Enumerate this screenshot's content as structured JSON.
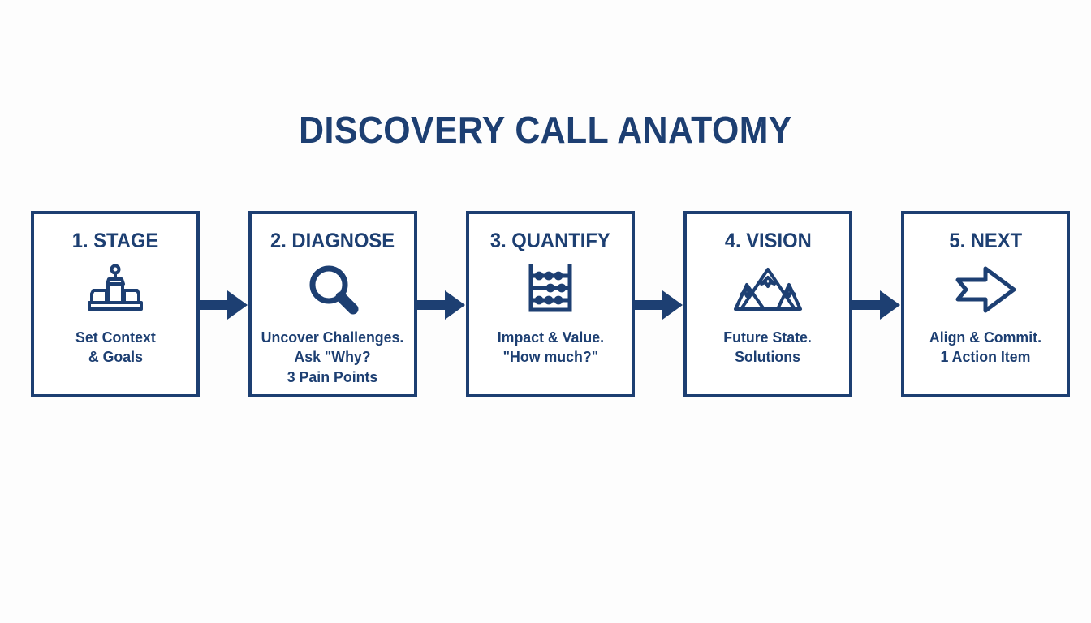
{
  "slide": {
    "title": "DISCOVERY CALL ANATOMY",
    "background_color": "#fdfdfd",
    "accent_color": "#1d3f72"
  },
  "flow": {
    "connector_icon": "right-arrow-connector",
    "steps": [
      {
        "title": "1. STAGE",
        "icon": "podium-stage-icon",
        "description": "Set Context\n& Goals"
      },
      {
        "title": "2. DIAGNOSE",
        "icon": "magnifying-glass-icon",
        "description": "Uncover Challenges.\nAsk \"Why?\n3 Pain Points"
      },
      {
        "title": "3. QUANTIFY",
        "icon": "abacus-icon",
        "description": "Impact & Value.\n\"How much?\""
      },
      {
        "title": "4. VISION",
        "icon": "mountain-peaks-icon",
        "description": "Future State.\nSolutions"
      },
      {
        "title": "5. NEXT",
        "icon": "right-arrow-outline-icon",
        "description": "Align & Commit.\n1 Action Item"
      }
    ]
  }
}
